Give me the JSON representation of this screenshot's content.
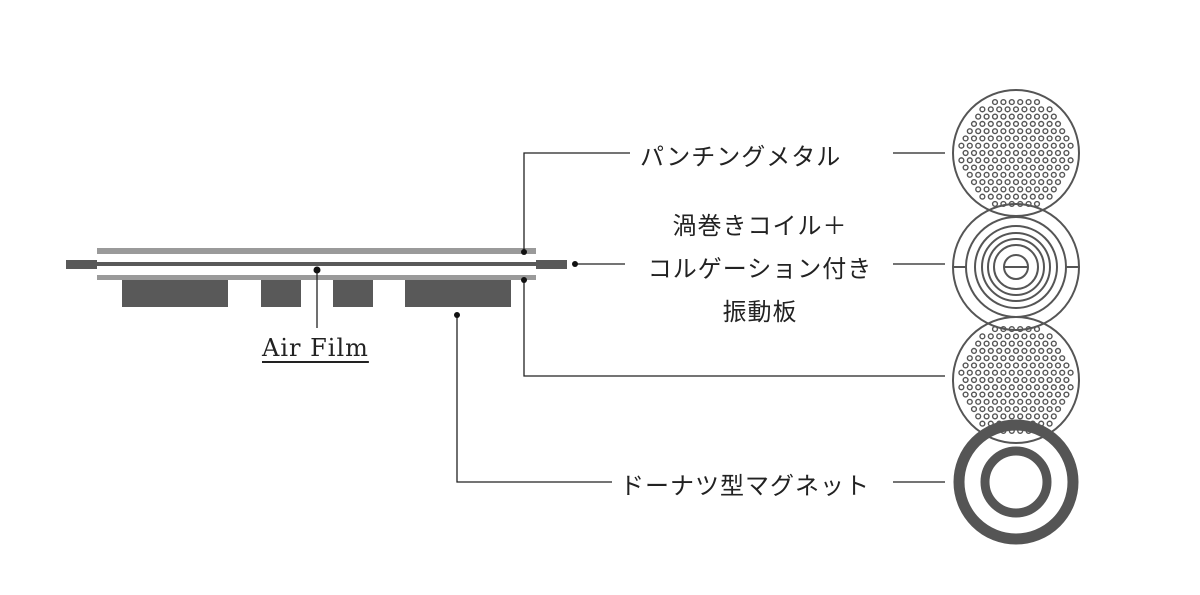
{
  "labels": {
    "punching_metal": "パンチングメタル",
    "diaphragm_line1": "渦巻きコイル＋",
    "diaphragm_line2": "コルゲーション付き",
    "diaphragm_line3": "振動板",
    "magnet": "ドーナツ型マグネット",
    "air_film": "Air Film"
  },
  "colors": {
    "line": "#222222",
    "bar_light": "#9a9a9a",
    "bar_dark": "#595959",
    "circle": "#555555"
  }
}
